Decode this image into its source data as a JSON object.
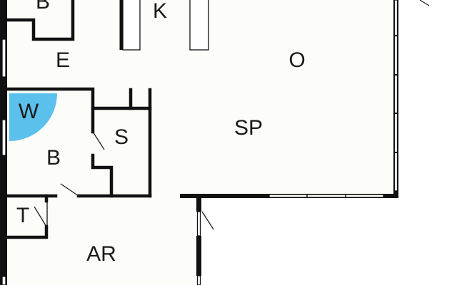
{
  "floor_plan": {
    "rooms": [
      {
        "id": "b-top",
        "label": "B"
      },
      {
        "id": "k",
        "label": "K"
      },
      {
        "id": "e",
        "label": "E"
      },
      {
        "id": "o",
        "label": "O"
      },
      {
        "id": "w",
        "label": "W"
      },
      {
        "id": "s",
        "label": "S"
      },
      {
        "id": "sp",
        "label": "SP"
      },
      {
        "id": "b-bath",
        "label": "B"
      },
      {
        "id": "t",
        "label": "T"
      },
      {
        "id": "ar",
        "label": "AR"
      }
    ],
    "colors": {
      "wall": "#111111",
      "floor": "#fcfcf8",
      "washer_highlight": "#5bc0eb"
    }
  }
}
